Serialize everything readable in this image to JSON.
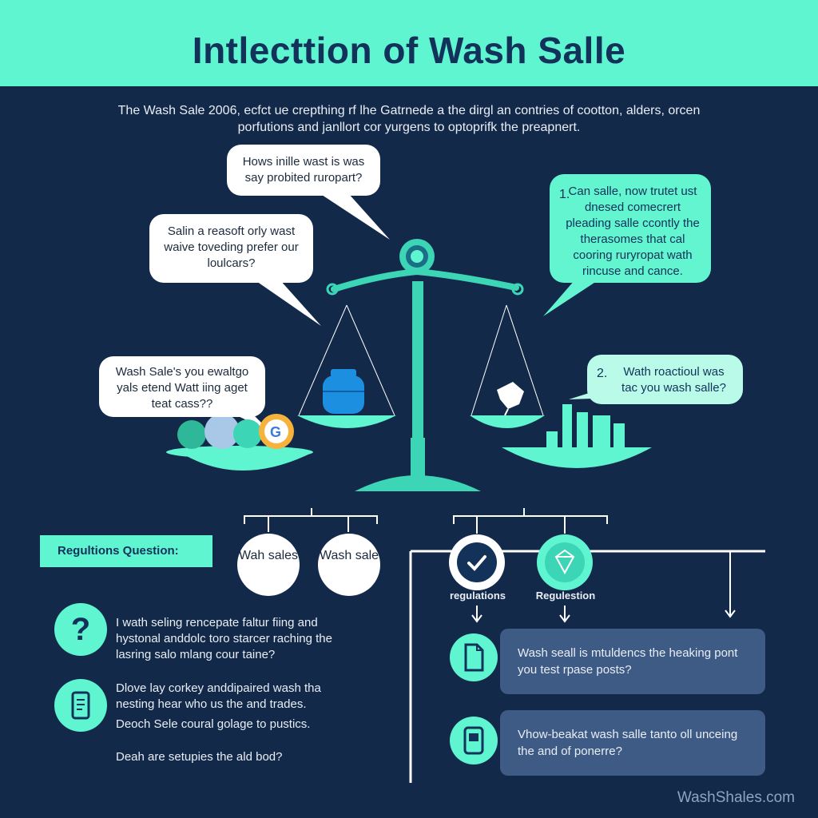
{
  "header": {
    "title": "Intlecttion of Wash Salle"
  },
  "intro": "The Wash Sale 2006, ecfct ue crepthing rf lhe Gatrnede a the dirgl an contries of cootton, alders, orcen porfutions and janllort cor yurgens to optoprifk the preapnert.",
  "bubbles": {
    "b1": "Hows inille wast is was say probited ruropart?",
    "b2": "Salin a reasoft orly wast waive toveding prefer our loulcars?",
    "b3": "Wash Sale's you ewaltgo yals etend Watt iing aget teat cass??",
    "b4_num": "1.",
    "b4": "Can salle, now trutet ust dnesed comecrert pleading salle ccontly the therasomes that cal cooring ruryropat wath rincuse and cance.",
    "b5_num": "2.",
    "b5": "Wath roactioul was tac you wash salle?"
  },
  "questions": {
    "tag": "Regultions Question:",
    "wash_a": "Wah sales",
    "wash_b": "Wash sale",
    "q1": "I wath seling rencepate faltur fiing and hystonal anddolc toro starcer raching the lasring salo mlang cour taine?",
    "q2": "Dlove lay corkey anddipaired wash tha nesting hear who us the and trades.",
    "q3": "Deoch Sele coural golage to pustics.",
    "q4": "Deah are setupies the ald bod?"
  },
  "regulations": {
    "label_a": "regulations",
    "label_b": "Regulestion",
    "card1": "Wash seall is mtuldencs the heaking pont you test rpase posts?",
    "card2": "Vhow-beakat wash salle tanto oll unceing the and of ponerre?"
  },
  "icons": {
    "help": "?",
    "check": "✓"
  },
  "footer": {
    "site": "WashShales.com"
  },
  "colors": {
    "background": "#13294a",
    "accent": "#5ef5d0",
    "card": "#3e5b86",
    "ink": "#12325a"
  }
}
